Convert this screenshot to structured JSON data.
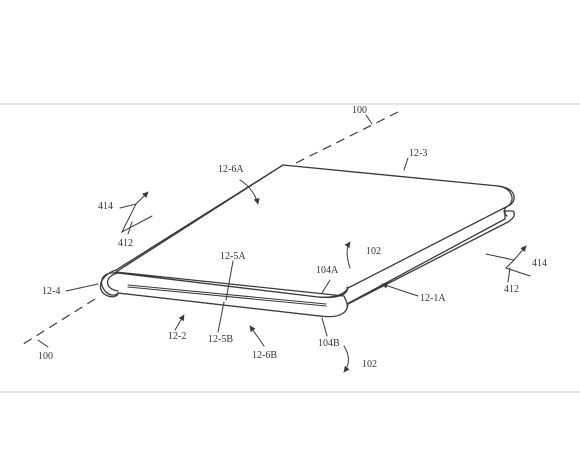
{
  "labels": {
    "axis_top": "100",
    "axis_bottom": "100",
    "device_right": "12-3",
    "top_surface": "12-6A",
    "bottom_surface": "12-6B",
    "hinge_upper": "12-5A",
    "hinge_lower": "12-5B",
    "outer_edge": "12-4",
    "bottom_part": "12-2",
    "side_edge": "12-1A",
    "arrow_upper_symbol": "414",
    "arrow_upper_label": "412",
    "arrow_right_symbol": "414",
    "arrow_right_label": "412",
    "fold_upper_ref": "104A",
    "fold_lower_ref": "104B",
    "rotation_upper": "102",
    "rotation_lower": "102"
  },
  "colors": {
    "line": "#3a3a3a",
    "text": "#333333",
    "background": "#ffffff",
    "frame": "#cfcfcf"
  }
}
